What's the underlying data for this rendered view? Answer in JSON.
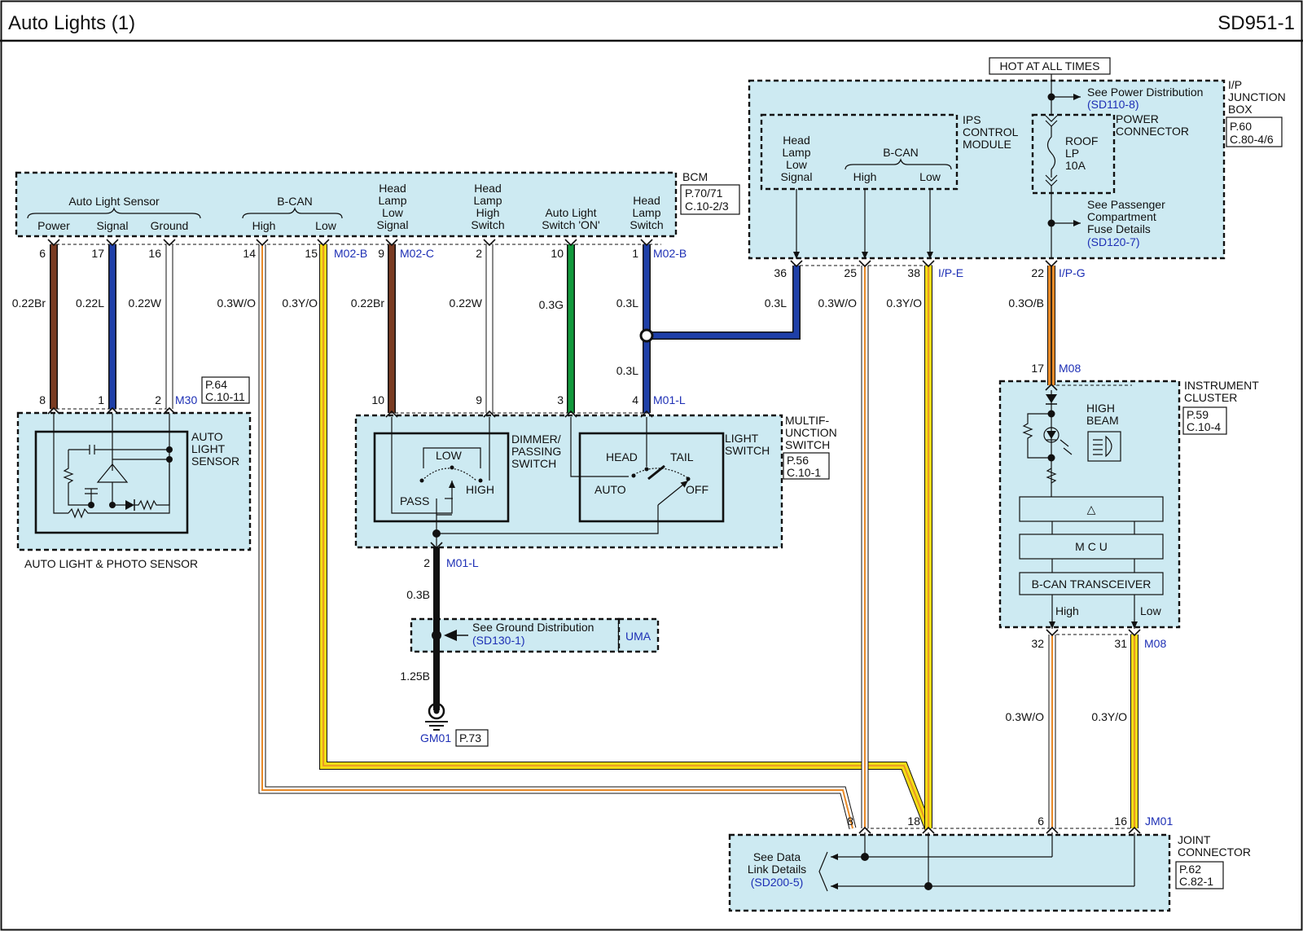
{
  "header": {
    "title": "Auto Lights (1)",
    "code": "SD951-1"
  },
  "hot_label": "HOT AT ALL TIMES",
  "colors": {
    "box_fill": "#cdeaf2",
    "link_blue": "#1d2fb5",
    "brown": "#7a3b22",
    "blue": "#1e3fa8",
    "green": "#129a3c",
    "yellow": "#f2dc16",
    "orange": "#e98a28",
    "black": "#111111",
    "white": "#ffffff"
  },
  "bcm": {
    "name": "BCM",
    "ref1": "P.70/71",
    "ref2": "C.10-2/3",
    "group_sensor": "Auto Light Sensor",
    "sensor_power": "Power",
    "sensor_signal": "Signal",
    "sensor_ground": "Ground",
    "group_bcan": "B-CAN",
    "bcan_high": "High",
    "bcan_low": "Low",
    "hl_low_1": "Head",
    "hl_low_2": "Lamp",
    "hl_low_3": "Low",
    "hl_low_4": "Signal",
    "hl_high_1": "Head",
    "hl_high_2": "Lamp",
    "hl_high_3": "High",
    "hl_high_4": "Switch",
    "auto_on_1": "Auto Light",
    "auto_on_2": "Switch 'ON'",
    "hl_sw_1": "Head",
    "hl_sw_2": "Lamp",
    "hl_sw_3": "Switch",
    "pin6": "6",
    "pin17": "17",
    "pin16": "16",
    "pin14": "14",
    "pin15": "15",
    "conn_m02b_1": "M02-B",
    "pin9": "9",
    "conn_m02c": "M02-C",
    "pin2": "2",
    "pin10": "10",
    "pin1": "1",
    "conn_m02b_2": "M02-B"
  },
  "wires_left": {
    "w1": "0.22Br",
    "w2": "0.22L",
    "w3": "0.22W",
    "w4": "0.3W/O",
    "w5": "0.3Y/O",
    "w6": "0.22Br",
    "w7": "0.22W",
    "w8": "0.3G",
    "w9": "0.3L",
    "w10": "0.3L"
  },
  "sensor": {
    "pin8": "8",
    "pin1": "1",
    "pin2": "2",
    "conn": "M30",
    "ref1": "P.64",
    "ref2": "C.10-11",
    "label1": "AUTO",
    "label2": "LIGHT",
    "label3": "SENSOR",
    "caption": "AUTO LIGHT & PHOTO SENSOR"
  },
  "mfs": {
    "pin10": "10",
    "pin9": "9",
    "pin3": "3",
    "pin4": "4",
    "conn": "M01-L",
    "name1": "MULTIF-",
    "name2": "UNCTION",
    "name3": "SWITCH",
    "ref1": "P.56",
    "ref2": "C.10-1",
    "dimmer1": "DIMMER/",
    "dimmer2": "PASSING",
    "dimmer3": "SWITCH",
    "low": "LOW",
    "pass": "PASS",
    "high": "HIGH",
    "light1": "LIGHT",
    "light2": "SWITCH",
    "head": "HEAD",
    "tail": "TAIL",
    "auto": "AUTO",
    "off": "OFF",
    "pin_bottom": "2",
    "conn_bottom": "M01-L"
  },
  "ground": {
    "w1": "0.3B",
    "w2": "1.25B",
    "see": "See Ground Distribution",
    "link": "(SD130-1)",
    "uma": "UMA",
    "gm": "GM01",
    "ref": "P.73"
  },
  "ijb": {
    "name1": "I/P",
    "name2": "JUNCTION",
    "name3": "BOX",
    "ref1": "P.60",
    "ref2": "C.80-4/6",
    "ips1": "IPS",
    "ips2": "CONTROL",
    "ips3": "MODULE",
    "hl1": "Head",
    "hl2": "Lamp",
    "hl3": "Low",
    "hl4": "Signal",
    "bcan": "B-CAN",
    "high": "High",
    "low": "Low",
    "see_power": "See Power Distribution",
    "power_link": "(SD110-8)",
    "power_conn1": "POWER",
    "power_conn2": "CONNECTOR",
    "fuse1": "ROOF",
    "fuse2": "LP",
    "fuse3": "10A",
    "see_pass1": "See Passenger",
    "see_pass2": "Compartment",
    "see_pass3": "Fuse Details",
    "pass_link": "(SD120-7)",
    "pin36": "36",
    "pin25": "25",
    "pin38": "38",
    "conn_ipe": "I/P-E",
    "pin22": "22",
    "conn_ipg": "I/P-G"
  },
  "wires_right": {
    "w1": "0.3L",
    "w2": "0.3W/O",
    "w3": "0.3Y/O",
    "w4": "0.3O/B",
    "w5": "0.3W/O",
    "w6": "0.3Y/O"
  },
  "cluster": {
    "pin17": "17",
    "conn": "M08",
    "name1": "INSTRUMENT",
    "name2": "CLUSTER",
    "ref1": "P.59",
    "ref2": "C.10-4",
    "hb1": "HIGH",
    "hb2": "BEAM",
    "tri": "△",
    "mcu": "M C U",
    "bcan": "B-CAN TRANSCEIVER",
    "high": "High",
    "low": "Low",
    "pin32": "32",
    "pin31": "31",
    "conn2": "M08"
  },
  "joint": {
    "pin8": "8",
    "pin18": "18",
    "pin6": "6",
    "pin16": "16",
    "conn": "JM01",
    "name1": "JOINT",
    "name2": "CONNECTOR",
    "ref1": "P.62",
    "ref2": "C.82-1",
    "see1": "See Data",
    "see2": "Link Details",
    "link": "(SD200-5)"
  }
}
